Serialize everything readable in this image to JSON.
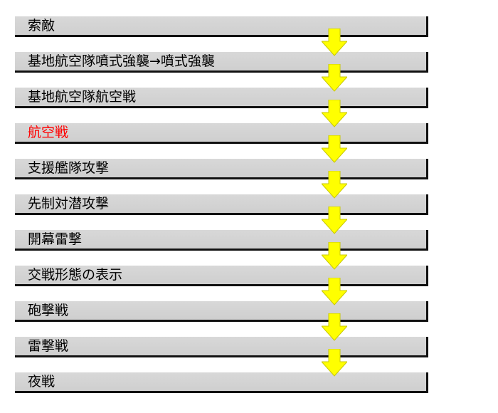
{
  "flow": {
    "accent_color": "#ffff00",
    "highlight_color": "#ff0000",
    "arrow_icon": "down-arrow-icon",
    "steps": [
      {
        "label": "索敵",
        "highlight": false
      },
      {
        "label": "基地航空隊噴式強襲→噴式強襲",
        "highlight": false
      },
      {
        "label": "基地航空隊航空戦",
        "highlight": false
      },
      {
        "label": "航空戦",
        "highlight": true
      },
      {
        "label": "支援艦隊攻撃",
        "highlight": false
      },
      {
        "label": "先制対潜攻撃",
        "highlight": false
      },
      {
        "label": "開幕雷撃",
        "highlight": false
      },
      {
        "label": "交戦形態の表示",
        "highlight": false
      },
      {
        "label": "砲撃戦",
        "highlight": false
      },
      {
        "label": "雷撃戦",
        "highlight": false
      },
      {
        "label": "夜戦",
        "highlight": false
      }
    ]
  }
}
